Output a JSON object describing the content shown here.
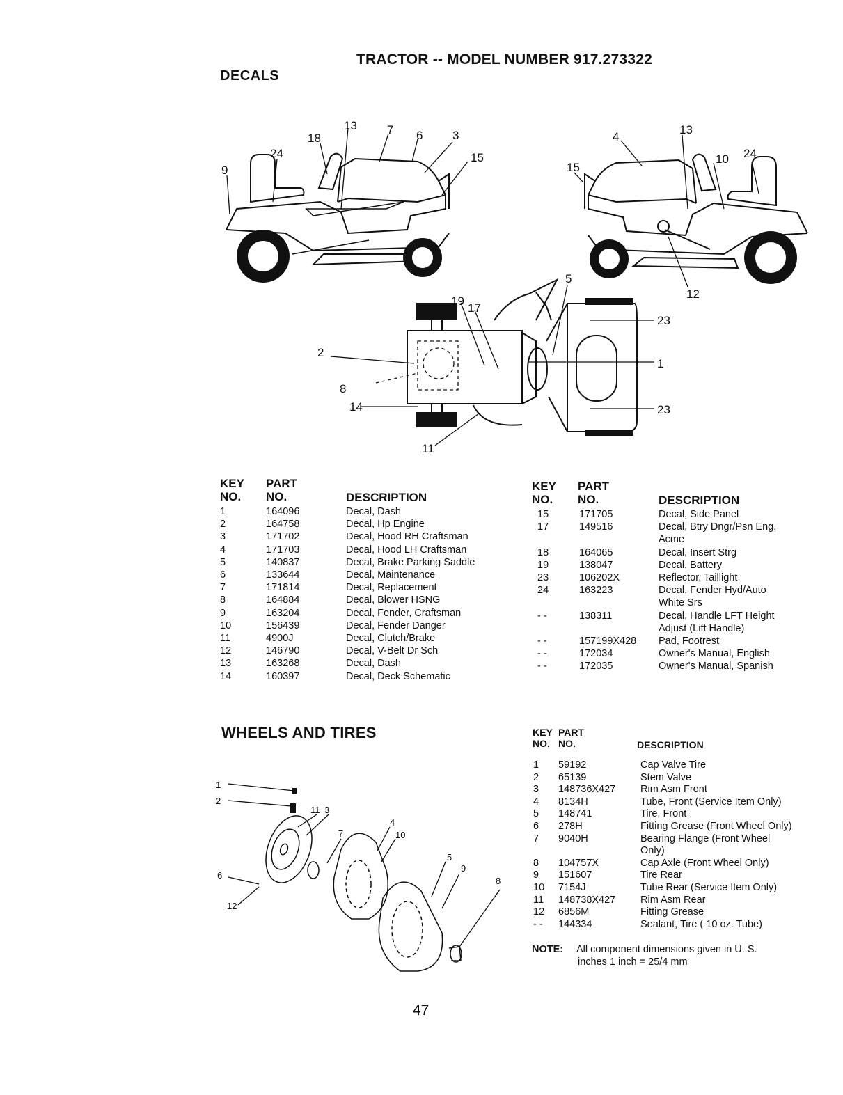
{
  "page": {
    "title": "TRACTOR -- MODEL NUMBER 917.273322",
    "decals_heading": "DECALS",
    "wheels_heading": "WHEELS AND TIRES",
    "page_number": "47"
  },
  "diagram_callouts": {
    "tractor_left": [
      "9",
      "24",
      "18",
      "13",
      "7",
      "6",
      "3",
      "15"
    ],
    "tractor_right": [
      "4",
      "13",
      "15",
      "10",
      "24",
      "12"
    ],
    "top_view": [
      "19",
      "17",
      "5",
      "23",
      "1",
      "23",
      "2",
      "8",
      "14",
      "11"
    ],
    "wheels": [
      "1",
      "2",
      "11",
      "3",
      "7",
      "4",
      "10",
      "5",
      "9",
      "8",
      "6",
      "12"
    ]
  },
  "decals_table": {
    "headers": {
      "key_line1": "KEY",
      "key_line2": "NO.",
      "part_line1": "PART",
      "part_line2": "NO.",
      "description": "DESCRIPTION"
    },
    "left_rows": [
      {
        "key": "1",
        "part": "164096",
        "desc": "Decal, Dash"
      },
      {
        "key": "2",
        "part": "164758",
        "desc": "Decal, Hp Engine"
      },
      {
        "key": "3",
        "part": "171702",
        "desc": "Decal, Hood RH Craftsman"
      },
      {
        "key": "4",
        "part": "171703",
        "desc": "Decal, Hood LH Craftsman"
      },
      {
        "key": "5",
        "part": "140837",
        "desc": "Decal, Brake Parking Saddle"
      },
      {
        "key": "6",
        "part": "133644",
        "desc": "Decal, Maintenance"
      },
      {
        "key": "7",
        "part": "171814",
        "desc": "Decal, Replacement"
      },
      {
        "key": "8",
        "part": "164884",
        "desc": "Decal, Blower HSNG"
      },
      {
        "key": "9",
        "part": "163204",
        "desc": "Decal, Fender, Craftsman"
      },
      {
        "key": "10",
        "part": "156439",
        "desc": "Decal, Fender Danger"
      },
      {
        "key": "11",
        "part": "4900J",
        "desc": "Decal, Clutch/Brake"
      },
      {
        "key": "12",
        "part": "146790",
        "desc": "Decal, V-Belt Dr Sch"
      },
      {
        "key": "13",
        "part": "163268",
        "desc": "Decal, Dash"
      },
      {
        "key": "14",
        "part": "160397",
        "desc": "Decal, Deck Schematic"
      }
    ],
    "right_rows": [
      {
        "key": "15",
        "part": "171705",
        "desc": "Decal, Side Panel"
      },
      {
        "key": "17",
        "part": "149516",
        "desc": "Decal, Btry Dngr/Psn Eng."
      },
      {
        "key": "",
        "part": "",
        "desc": "Acme"
      },
      {
        "key": "18",
        "part": "164065",
        "desc": "Decal, Insert Strg"
      },
      {
        "key": "19",
        "part": "138047",
        "desc": "Decal, Battery"
      },
      {
        "key": "23",
        "part": "106202X",
        "desc": "Reflector, Taillight"
      },
      {
        "key": "24",
        "part": "163223",
        "desc": "Decal, Fender Hyd/Auto"
      },
      {
        "key": "",
        "part": "",
        "desc": "White Srs"
      },
      {
        "key": "- -",
        "part": "138311",
        "desc": "Decal, Handle LFT Height"
      },
      {
        "key": "",
        "part": "",
        "desc": "Adjust (Lift Handle)"
      },
      {
        "key": "- -",
        "part": "157199X428",
        "desc": "Pad, Footrest"
      },
      {
        "key": "- -",
        "part": "172034",
        "desc": "Owner's Manual, English"
      },
      {
        "key": "- -",
        "part": "172035",
        "desc": "Owner's Manual, Spanish"
      }
    ]
  },
  "wheels_table": {
    "headers": {
      "key_line1": "KEY",
      "key_line2": "NO.",
      "part_line1": "PART",
      "part_line2": "NO.",
      "description": "DESCRIPTION"
    },
    "rows": [
      {
        "key": "1",
        "part": "59192",
        "desc": "Cap Valve Tire"
      },
      {
        "key": "2",
        "part": "65139",
        "desc": "Stem Valve"
      },
      {
        "key": "3",
        "part": "148736X427",
        "desc": "Rim Asm Front"
      },
      {
        "key": "4",
        "part": "8134H",
        "desc": "Tube, Front (Service Item Only)"
      },
      {
        "key": "5",
        "part": "148741",
        "desc": "Tire, Front"
      },
      {
        "key": "6",
        "part": "278H",
        "desc": "Fitting Grease (Front Wheel Only)"
      },
      {
        "key": "7",
        "part": "9040H",
        "desc": "Bearing Flange (Front Wheel"
      },
      {
        "key": "",
        "part": "",
        "desc": "Only)"
      },
      {
        "key": "8",
        "part": "104757X",
        "desc": "Cap Axle (Front Wheel Only)"
      },
      {
        "key": "9",
        "part": "151607",
        "desc": "Tire Rear"
      },
      {
        "key": "10",
        "part": "7154J",
        "desc": "Tube Rear (Service Item Only)"
      },
      {
        "key": "11",
        "part": "148738X427",
        "desc": "Rim Asm Rear"
      },
      {
        "key": "12",
        "part": "6856M",
        "desc": "Fitting Grease"
      },
      {
        "key": "- -",
        "part": "144334",
        "desc": "Sealant, Tire ( 10 oz. Tube)"
      }
    ],
    "note_label": "NOTE:",
    "note_line1": "All component dimensions given in U. S.",
    "note_line2": "inches 1 inch = 25/4 mm"
  }
}
